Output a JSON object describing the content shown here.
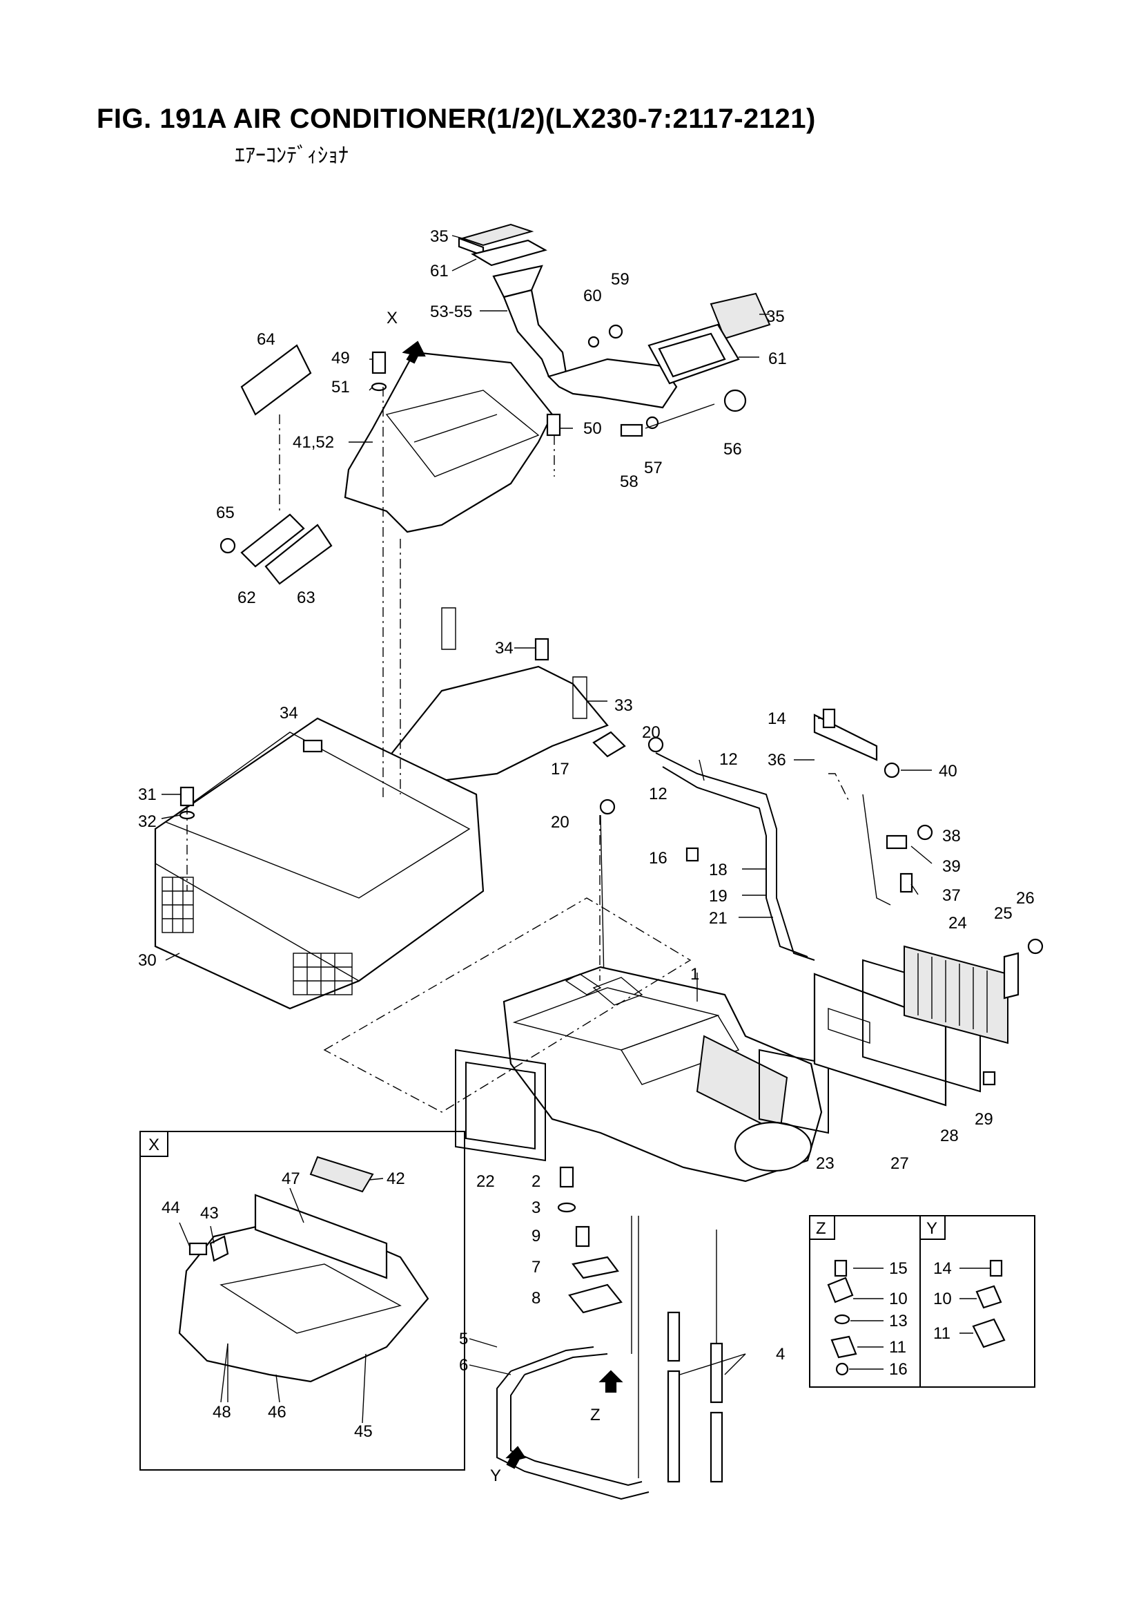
{
  "title": "FIG. 191A  AIR CONDITIONER(1/2)(LX230-7:2117-2121)",
  "subtitle": "ｴｱｰｺﾝﾃﾞｨｼｮﾅ",
  "inset_x_label": "X",
  "inset_z_label": "Z",
  "inset_y_label": "Y",
  "view_arrows": {
    "x": "X",
    "y": "Y",
    "z": "Z"
  },
  "labels": {
    "l1": "1",
    "l2": "2",
    "l3": "3",
    "l4": "4",
    "l5": "5",
    "l6": "6",
    "l7": "7",
    "l8": "8",
    "l9": "9",
    "l12a": "12",
    "l12b": "12",
    "l14": "14",
    "l16": "16",
    "l17": "17",
    "l18": "18",
    "l19": "19",
    "l20a": "20",
    "l20b": "20",
    "l21": "21",
    "l22": "22",
    "l23": "23",
    "l24": "24",
    "l25": "25",
    "l26": "26",
    "l27": "27",
    "l28": "28",
    "l29": "29",
    "l30": "30",
    "l31": "31",
    "l32": "32",
    "l33": "33",
    "l34a": "34",
    "l34b": "34",
    "l35a": "35",
    "l35b": "35",
    "l36": "36",
    "l37": "37",
    "l38": "38",
    "l39": "39",
    "l40": "40",
    "l4152": "41,52",
    "l49": "49",
    "l50": "50",
    "l51": "51",
    "l5355": "53-55",
    "l56": "56",
    "l57": "57",
    "l58": "58",
    "l59": "59",
    "l60": "60",
    "l61a": "61",
    "l61b": "61",
    "l62": "62",
    "l63": "63",
    "l64": "64",
    "l65": "65",
    "x42": "42",
    "x43": "43",
    "x44": "44",
    "x45": "45",
    "x46": "46",
    "x47": "47",
    "x48": "48",
    "z15": "15",
    "z10": "10",
    "z13": "13",
    "z11": "11",
    "z16": "16",
    "y14": "14",
    "y10": "10",
    "y11": "11"
  }
}
